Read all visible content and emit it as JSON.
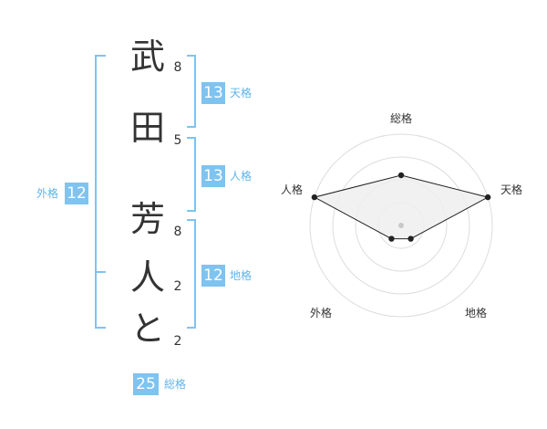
{
  "name_chars": [
    {
      "char": "武",
      "strokes": "8"
    },
    {
      "char": "田",
      "strokes": "5"
    },
    {
      "char": "芳",
      "strokes": "8"
    },
    {
      "char": "人",
      "strokes": "2"
    },
    {
      "char": "と",
      "strokes": "2"
    }
  ],
  "kakusu": {
    "tenkaku": {
      "value": "13",
      "label": "天格"
    },
    "jinkaku": {
      "value": "13",
      "label": "人格"
    },
    "chikaku": {
      "value": "12",
      "label": "地格"
    },
    "gaikaku": {
      "value": "12",
      "label": "外格"
    },
    "soukaku": {
      "value": "25",
      "label": "総格"
    }
  },
  "chart_data": {
    "type": "radar",
    "axes": [
      "総格",
      "天格",
      "地格",
      "外格",
      "人格"
    ],
    "values": [
      0.55,
      1.0,
      0.18,
      0.18,
      1.0
    ],
    "rings": 4,
    "colors": {
      "fill": "#eeeeee",
      "stroke": "#222222",
      "grid": "#dddddd",
      "center": "#c8c8c8"
    }
  },
  "colors": {
    "accent": "#7fc3f0",
    "accent_text": "#5fb3eb",
    "text": "#333333"
  }
}
